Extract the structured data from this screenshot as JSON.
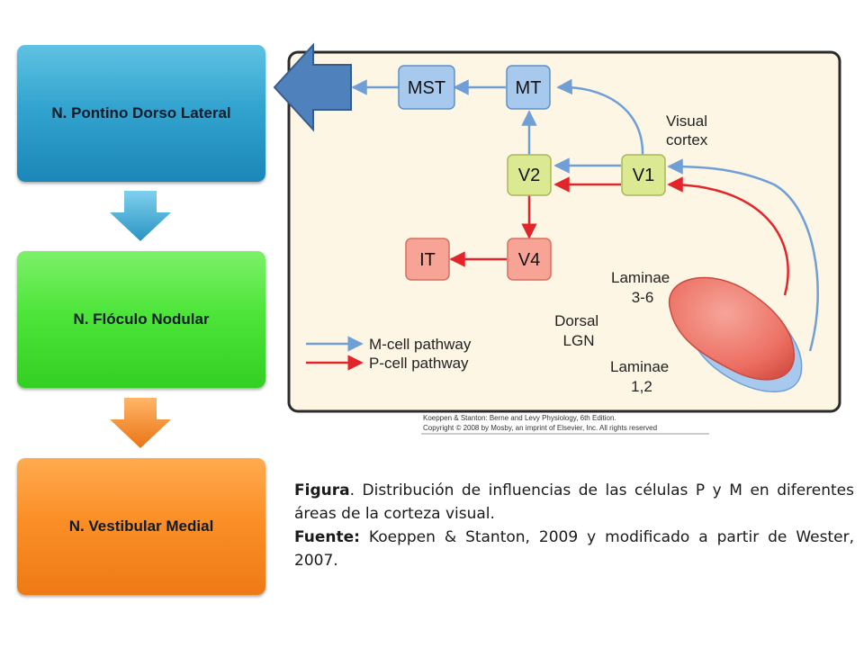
{
  "flow": {
    "box1": "N. Pontino Dorso Lateral",
    "box2": "N. Flóculo Nodular",
    "box3": "N. Vestibular Medial"
  },
  "diagram": {
    "nodes": {
      "mst": "MST",
      "mt": "MT",
      "v1": "V1",
      "v2": "V2",
      "v4": "V4",
      "it": "IT"
    },
    "labels": {
      "visual_line1": "Visual",
      "visual_line2": "cortex",
      "laminae36_line1": "Laminae",
      "laminae36_line2": "3-6",
      "dorsal_line1": "Dorsal",
      "dorsal_line2": "LGN",
      "laminae12_line1": "Laminae",
      "laminae12_line2": "1,2"
    },
    "legend": {
      "m_cell": "M-cell pathway",
      "p_cell": "P-cell pathway"
    },
    "copyright": {
      "line1": "Koeppen & Stanton: Berne and Levy Physiology, 6th Edition.",
      "line2": "Copyright © 2008 by Mosby, an imprint of Elsevier, Inc. All rights reserved"
    },
    "colors": {
      "m_pathway": "#6f9fd6",
      "p_pathway": "#e3252b",
      "blue_node_fill": "#a8c9ee",
      "green_node_fill": "#dbe993",
      "red_node_fill": "#f7a496",
      "panel_bg": "#fdf6e4"
    }
  },
  "caption": {
    "figura_label": "Figura",
    "figura_text": ". Distribución de influencias de las células P y M en diferentes áreas de la corteza visual.",
    "fuente_label": "Fuente:",
    "fuente_text": " Koeppen & Stanton, 2009 y modificado a partir de Wester, 2007."
  }
}
